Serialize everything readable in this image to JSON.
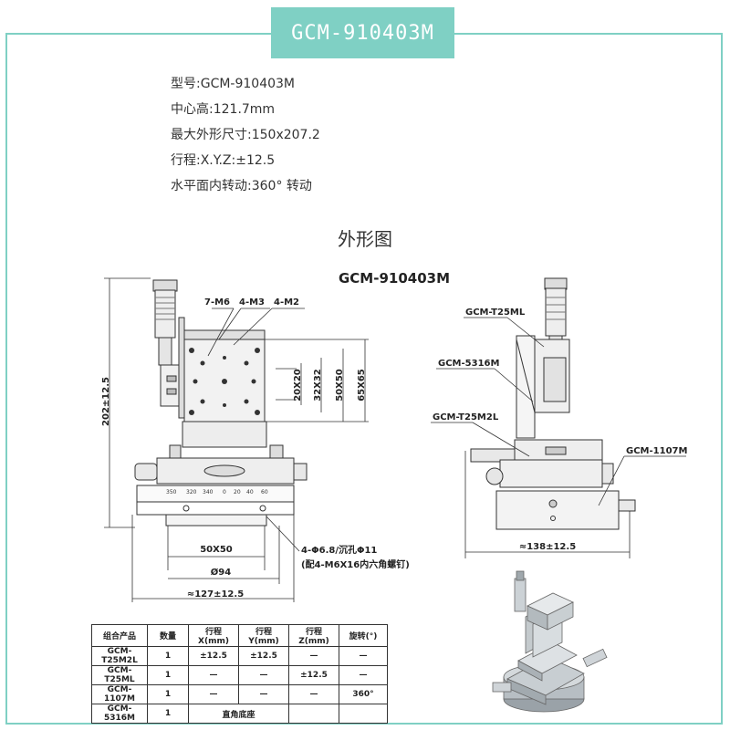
{
  "title": "GCM-910403M",
  "specs": [
    "型号:GCM-910403M",
    "中心高:121.7mm",
    "最大外形尺寸:150x207.2",
    "行程:X.Y.Z:±12.5",
    "水平面内转动:360° 转动"
  ],
  "drawing": {
    "heading": "外形图",
    "model_label": "GCM-910403M",
    "labels": {
      "m6": "7-M6",
      "m3": "4-M3",
      "m2": "4-M2",
      "d20": "20X20",
      "d32": "32X32",
      "d50": "50X50",
      "d65": "65X65",
      "height": "202±12.5",
      "base50": "50X50",
      "dia94": "Ø94",
      "width127": "≈127±12.5",
      "holes1": "4-Φ6.8/沉孔Φ11",
      "holes2": "(配4-M6X16内六角螺钉)",
      "t25ml": "GCM-T25ML",
      "m5316": "GCM-5316M",
      "t25m2l": "GCM-T25M2L",
      "m1107": "GCM-1107M",
      "width138": "≈138±12.5"
    },
    "scale_ticks": [
      "350",
      "320",
      "340",
      "0",
      "20",
      "40",
      "60"
    ]
  },
  "table": {
    "headers": [
      "组合产品",
      "数量",
      "行程X(mm)",
      "行程Y(mm)",
      "行程Z(mm)",
      "旋转(°)"
    ],
    "rows": [
      [
        "GCM-T25M2L",
        "1",
        "±12.5",
        "±12.5",
        "—",
        "—"
      ],
      [
        "GCM-T25ML",
        "1",
        "—",
        "—",
        "±12.5",
        "—"
      ],
      [
        "GCM-1107M",
        "1",
        "—",
        "—",
        "—",
        "360°"
      ],
      [
        "GCM-5316M",
        "1",
        "直角底座",
        "",
        "",
        ""
      ]
    ]
  }
}
